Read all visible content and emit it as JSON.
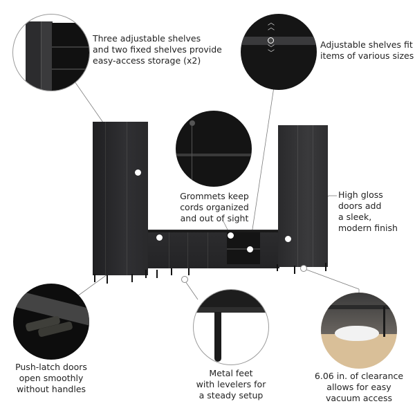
{
  "callouts": {
    "shelves_storage": {
      "lines": [
        "Three adjustable shelves",
        "and two fixed shelves provide",
        "easy-access storage (x2)"
      ]
    },
    "adjustable_shelves": {
      "lines": [
        "Adjustable shelves fit",
        "items of various sizes"
      ]
    },
    "grommets": {
      "lines": [
        "Grommets keep",
        "cords organized",
        "and out of sight"
      ]
    },
    "high_gloss": {
      "lines": [
        "High gloss",
        "doors add",
        "a sleek,",
        "modern finish"
      ]
    },
    "push_latch": {
      "lines": [
        "Push-latch doors",
        "open smoothly",
        "without handles"
      ]
    },
    "metal_feet": {
      "lines": [
        "Metal feet",
        "with levelers for",
        "a steady setup"
      ]
    },
    "clearance": {
      "lines": [
        "6.06 in. of clearance",
        "allows for easy",
        "vacuum access"
      ]
    }
  },
  "colors": {
    "cabinet": "#2b2b2d",
    "cabinet_dark": "#1a1a1b",
    "floor": "#d9bf98",
    "robot": "#f2f2f2",
    "leader_line": "#7a7a7a"
  },
  "icons": {
    "chevron_up": "︿",
    "chevron_down": "﹀"
  }
}
